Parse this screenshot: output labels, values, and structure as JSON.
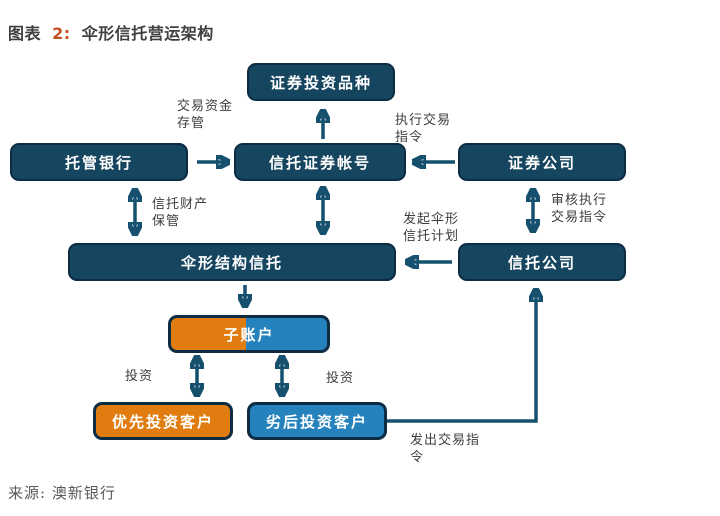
{
  "title": {
    "prefix": "图表",
    "number": "2:",
    "text": "伞形信托营运架构"
  },
  "nodes": {
    "securities_products": {
      "label": "证券投资品种"
    },
    "custodian_bank": {
      "label": "托管银行"
    },
    "trust_securities_account": {
      "label": "信托证券帐号"
    },
    "securities_company": {
      "label": "证券公司"
    },
    "umbrella_structure_trust": {
      "label": "伞形结构信托"
    },
    "trust_company": {
      "label": "信托公司"
    },
    "sub_account": {
      "label": "子账户"
    },
    "priority_investor": {
      "label": "优先投资客户"
    },
    "subordinate_investor": {
      "label": "劣后投资客户"
    }
  },
  "edge_labels": {
    "trade_funds_custody": {
      "line1": "交易资金",
      "line2": "存管"
    },
    "execute_trade_order": {
      "line1": "执行交易",
      "line2": "指令"
    },
    "trust_property_custody": {
      "line1": "信托财产",
      "line2": "保管"
    },
    "review_execute_order": {
      "line1": "审核执行",
      "line2": "交易指令"
    },
    "initiate_umbrella_plan": {
      "line1": "发起伞形",
      "line2": "信托计划"
    },
    "invest_left": {
      "line1": "投资"
    },
    "invest_right": {
      "line1": "投资"
    },
    "issue_trade_order": {
      "line1": "发出交易指",
      "line2": "令"
    }
  },
  "source": "来源: 澳新银行",
  "colors": {
    "navy_fill": "#15455f",
    "navy_border": "#0b2c42",
    "arrow": "#16506f",
    "orange": "#e07c10",
    "blue": "#2582bd",
    "title_number": "#c0501f",
    "label_text": "#3d3d3d"
  }
}
